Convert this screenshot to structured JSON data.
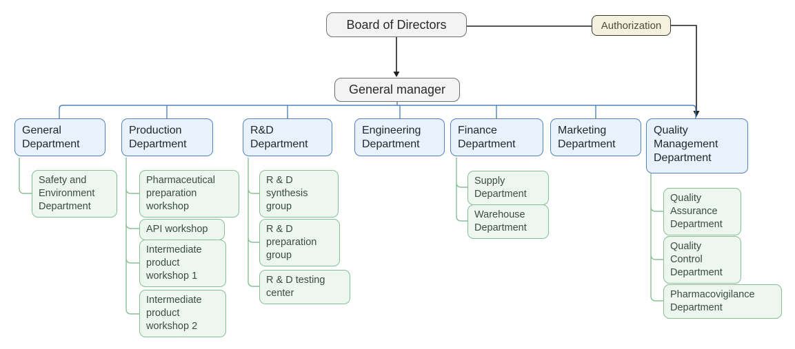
{
  "nodes": {
    "board": "Board of Directors",
    "general_manager": "General manager",
    "authorization": "Authorization"
  },
  "departments": [
    {
      "label": "General Department",
      "children": [
        "Safety and Environment Department"
      ]
    },
    {
      "label": "Production Department",
      "children": [
        "Pharmaceutical preparation workshop",
        "API workshop",
        "Intermediate product workshop 1",
        "Intermediate product workshop 2"
      ]
    },
    {
      "label": "R&D Department",
      "children": [
        "R & D synthesis group",
        "R & D preparation group",
        "R & D testing center"
      ]
    },
    {
      "label": "Engineering Department",
      "children": []
    },
    {
      "label": "Finance Department",
      "children": [
        "Supply Department",
        "Warehouse Department"
      ]
    },
    {
      "label": "Marketing Department",
      "children": []
    },
    {
      "label": "Quality Management Department",
      "children": [
        "Quality Assurance Department",
        "Quality Control Department",
        "Pharmacovigilance Department"
      ]
    }
  ],
  "colors": {
    "line_dark": "#1f1f1f",
    "accent_blue": "#4f82bd",
    "blue_fill": "#e9f1fb",
    "accent_green": "#85bf93",
    "green_fill": "#edf7f0",
    "gray_fill": "#f3f3f3",
    "gray_border": "#6f6f6f",
    "auth_fill": "#f4f1e1",
    "auth_border": "#3a382a"
  }
}
